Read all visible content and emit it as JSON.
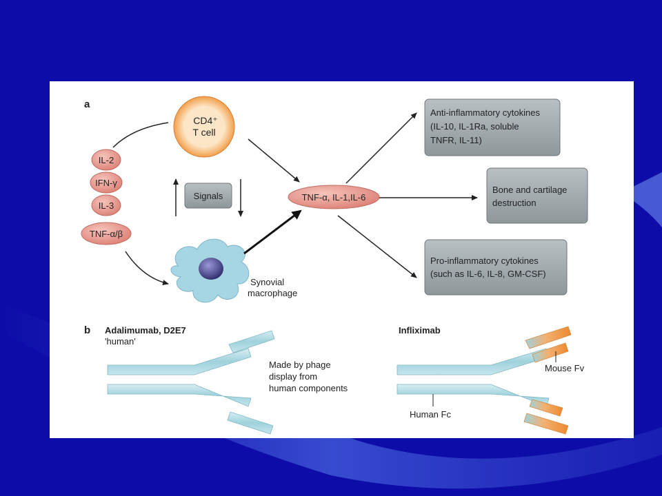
{
  "panel_a": {
    "label": "a",
    "cytokines": [
      "IL-2",
      "IFN-γ",
      "IL-3",
      "TNF-α/β"
    ],
    "t_cell": [
      "CD4⁺",
      "T cell"
    ],
    "signals": "Signals",
    "macrophage": [
      "Synovial",
      "macrophage"
    ],
    "central": "TNF-α, IL-1,IL-6",
    "box_anti": [
      "Anti-inflammatory cytokines",
      "(IL-10, IL-1Ra, soluble",
      "TNFR, IL-11)"
    ],
    "box_bone": [
      "Bone and cartilage",
      "destruction"
    ],
    "box_pro": [
      "Pro-inflammatory cytokines",
      "(such as IL-6, IL-8, GM-CSF)"
    ]
  },
  "panel_b": {
    "label": "b",
    "adalimumab_title": "Adalimumab, D2E7",
    "adalimumab_sub": "'human'",
    "adalimumab_note": [
      "Made by phage",
      "display from",
      "human components"
    ],
    "infliximab_title": "Infliximab",
    "mouse_fv": "Mouse Fv",
    "human_fc": "Human Fc"
  },
  "colors": {
    "slide_bg": "#0d0ca8",
    "pill_fill": "#e8948a",
    "box_fill": "#9fa8ab",
    "antibody_fill": "#9fd2dc",
    "mouse_fv_fill": "#ee9a45",
    "t_cell_ring": "#f2a055",
    "macrophage_fill": "#a6d5e3",
    "nucleus_fill": "#3c3a7c"
  }
}
